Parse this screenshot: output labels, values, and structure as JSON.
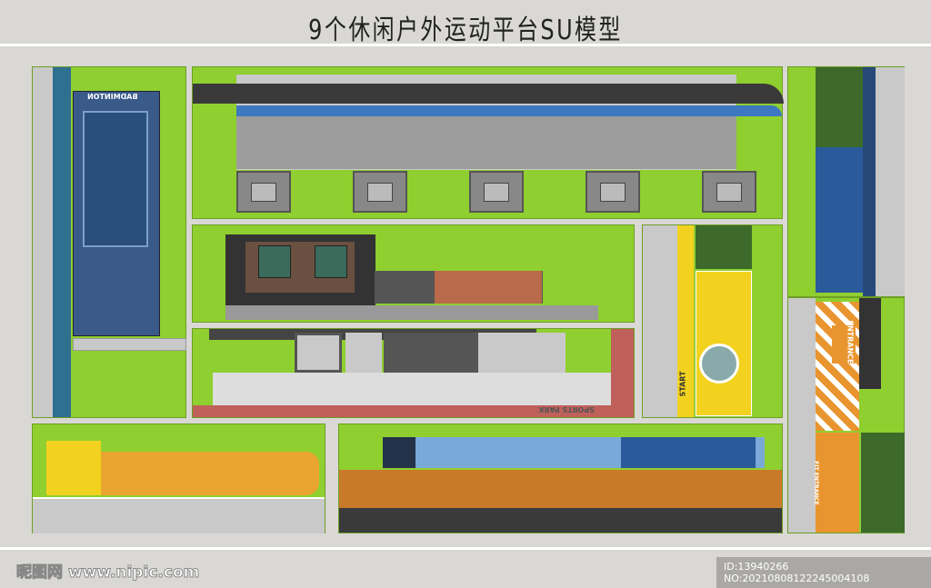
{
  "title": "9个休闲户外运动平台SU模型",
  "labels": {
    "badminton": "BADMINTON",
    "sports_park": "SPORTS PARK",
    "start": "START",
    "entrance": "ENTRANCE",
    "fit_entrance": "FIT ENTRANCE"
  },
  "watermark": {
    "logo": "昵图网",
    "url": "www.nipic.com",
    "id": "ID:13940266 NO:20210808122245004108"
  },
  "colors": {
    "grass": "#8fcf2f",
    "track": "#3d78c0",
    "yellow": "#f3d21f",
    "orange": "#e9952f"
  }
}
